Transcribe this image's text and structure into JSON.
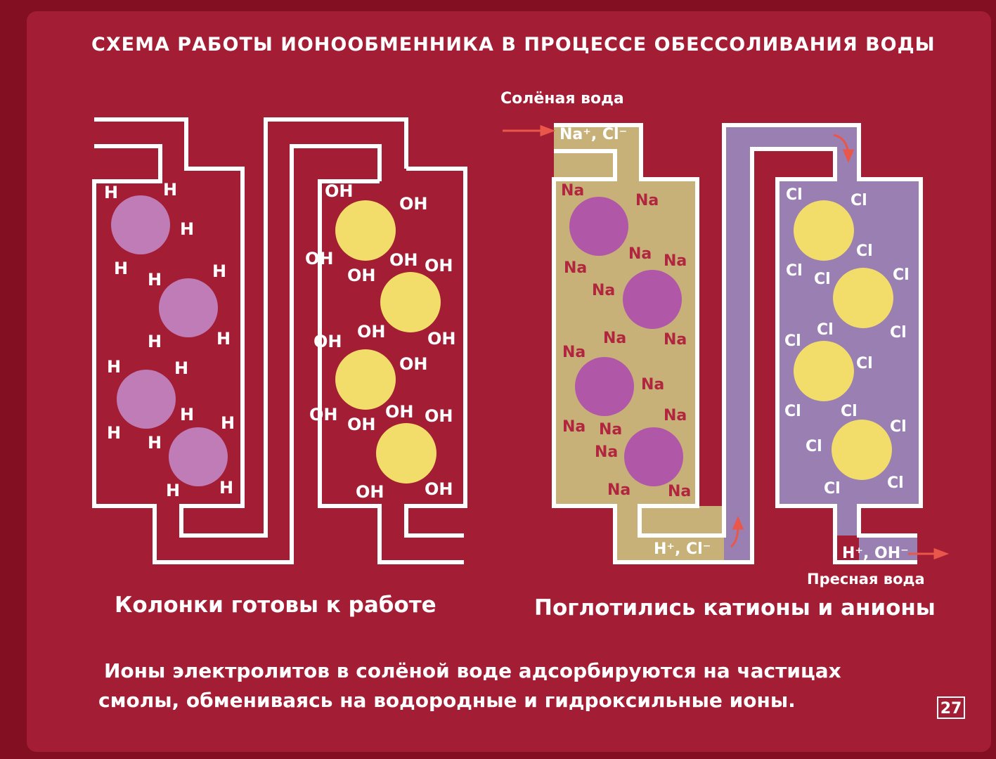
{
  "title": "СХЕМА РАБОТЫ ИОНООБМЕННИКА В ПРОЦЕССЕ ОБЕССОЛИВАНИЯ ВОДЫ",
  "captions": {
    "left": "Колонки готовы к работе",
    "right": "Поглотились катионы и анионы"
  },
  "body_text": [
    "Ионы электролитов в солёной воде адсорбируются на частицах",
    "смолы, обмениваясь на водородные и гидроксильные ионы."
  ],
  "flow_labels": {
    "inlet": "Солёная вода",
    "outlet": "Пресная вода",
    "inlet_ions": "Na⁺, Cl⁻",
    "middle_ions": "H⁺, Cl⁻",
    "outlet_ions": "H⁺, OH⁻"
  },
  "ion_labels": {
    "hydrogen": "H",
    "hydroxyl": "OH",
    "sodium": "Na",
    "chlorine": "Cl"
  },
  "slide_number": "27",
  "colors": {
    "background": "#a31d34",
    "cation_resin": "#c07cb6",
    "cation_resin_loaded": "#b057a8",
    "anion_resin": "#f2dc6a",
    "saline_fill": "#c8b179",
    "purified_fill": "#9a7fb3",
    "arrow": "#e8574a"
  }
}
